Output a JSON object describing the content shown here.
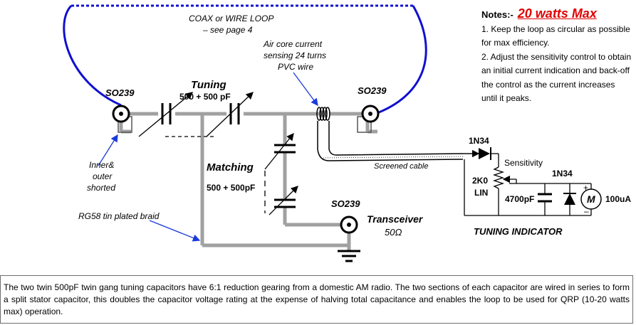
{
  "labels": {
    "coax_loop": "COAX or WIRE LOOP",
    "see_page": "– see page  4",
    "air_core_1": "Air core current",
    "air_core_2": "sensing 24 turns",
    "air_core_3": "PVC wire",
    "so239_left": "SO239",
    "so239_right": "SO239",
    "so239_bottom": "SO239",
    "tuning": "Tuning",
    "tuning_value": "500 + 500 pF",
    "matching": "Matching",
    "matching_value": "500 + 500pF",
    "inner_1": "Inner&",
    "inner_2": "outer",
    "inner_3": "shorted",
    "rg58": "RG58 tin plated braid",
    "transceiver": "Transceiver",
    "transceiver_ohms": "50Ω",
    "screened_cable": "Screened cable",
    "diode_1": "1N34",
    "diode_2": "1N34",
    "sensitivity": "Sensitivity",
    "pot_value_1": "2K0",
    "pot_value_2": "LIN",
    "cap_value": "4700pF",
    "meter_letter": "M",
    "meter_value": "100uA",
    "meter_plus": "+",
    "meter_minus": "–",
    "tuning_indicator": "TUNING INDICATOR"
  },
  "notes": {
    "heading": "Notes:-",
    "max_power": "20 watts Max",
    "note1_line1": "1. Keep the loop as circular as possible",
    "note1_line2": "for max efficiency.",
    "note2_line1": " 2. Adjust the sensitivity control to obtain",
    "note2_line2": "an initial current  indication and back-off",
    "note2_line3": "the control as the current increases",
    "note2_line4": "until it peaks."
  },
  "caption": "The two twin 500pF twin gang tuning capacitors have 6:1 reduction gearing from a domestic AM radio. The two sections of each capacitor are wired in series to form a split stator capacitor, this doubles the capacitor voltage rating at the expense of halving total capacitance and enables the loop to be used for QRP (10-20 watts max)  operation.",
  "colors": {
    "loop": "#1010d0",
    "wire": "#a0a0a0",
    "arrow": "#1a3adb",
    "accent_red": "#e00000"
  }
}
